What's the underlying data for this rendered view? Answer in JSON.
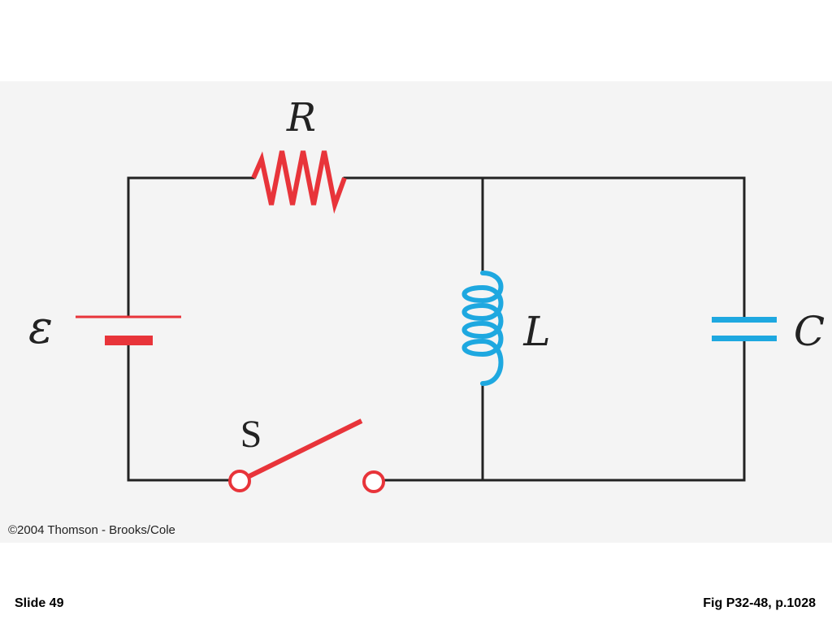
{
  "diagram": {
    "labels": {
      "resistor": "R",
      "emf": "ε",
      "inductor": "L",
      "capacitor": "C",
      "switch": "S"
    },
    "colors": {
      "wire": "#222222",
      "resistor": "#e8343a",
      "battery": "#e8343a",
      "switch": "#e8343a",
      "inductor": "#1ea8e0",
      "capacitor": "#1ea8e0"
    },
    "icons": [
      "resistor-icon",
      "battery-icon",
      "inductor-icon",
      "capacitor-icon",
      "switch-icon"
    ]
  },
  "footer": {
    "copyright": "©2004 Thomson - Brooks/Cole",
    "slide": "Slide 49",
    "figure": "Fig P32-48, p.1028"
  }
}
